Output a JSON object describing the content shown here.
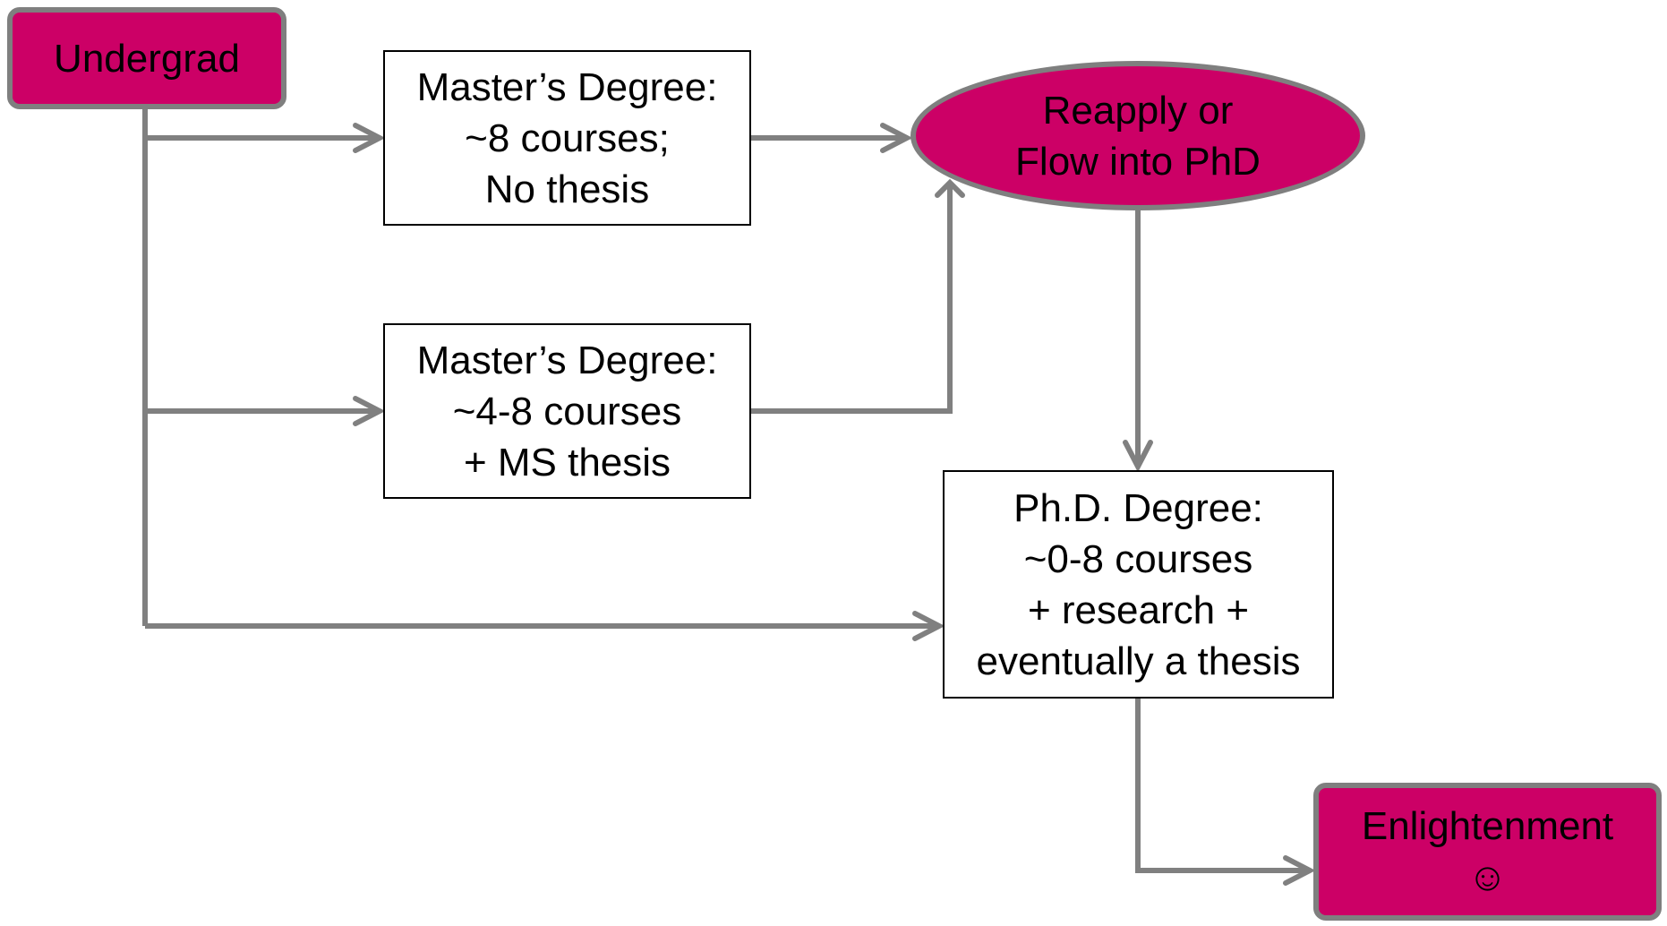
{
  "diagram": {
    "nodes": {
      "undergrad": {
        "label": "Undergrad"
      },
      "masters_no_thesis": {
        "lines": [
          "Master’s Degree:",
          "~8 courses;",
          "No thesis"
        ]
      },
      "masters_thesis": {
        "lines": [
          "Master’s Degree:",
          "~4-8 courses",
          "+ MS thesis"
        ]
      },
      "reapply": {
        "lines": [
          "Reapply or",
          "Flow into PhD"
        ]
      },
      "phd": {
        "lines": [
          "Ph.D. Degree:",
          "~0-8 courses",
          "+ research +",
          "eventually a thesis"
        ]
      },
      "enlightenment": {
        "lines": [
          "Enlightenment",
          "☺"
        ]
      }
    },
    "edges": [
      {
        "from": "Undergrad",
        "to": "Master’s Degree: ~8 courses; No thesis"
      },
      {
        "from": "Undergrad",
        "to": "Master’s Degree: ~4-8 courses + MS thesis"
      },
      {
        "from": "Undergrad",
        "to": "Ph.D. Degree"
      },
      {
        "from": "Master’s Degree: ~8 courses; No thesis",
        "to": "Reapply or Flow into PhD"
      },
      {
        "from": "Master’s Degree: ~4-8 courses + MS thesis",
        "to": "Reapply or Flow into PhD"
      },
      {
        "from": "Reapply or Flow into PhD",
        "to": "Ph.D. Degree"
      },
      {
        "from": "Ph.D. Degree",
        "to": "Enlightenment"
      }
    ],
    "colors": {
      "node_fill_accent": "#cc0066",
      "node_border_accent": "#7f7f7f",
      "connector": "#808080",
      "box_border": "#000000",
      "text": "#000000"
    }
  }
}
